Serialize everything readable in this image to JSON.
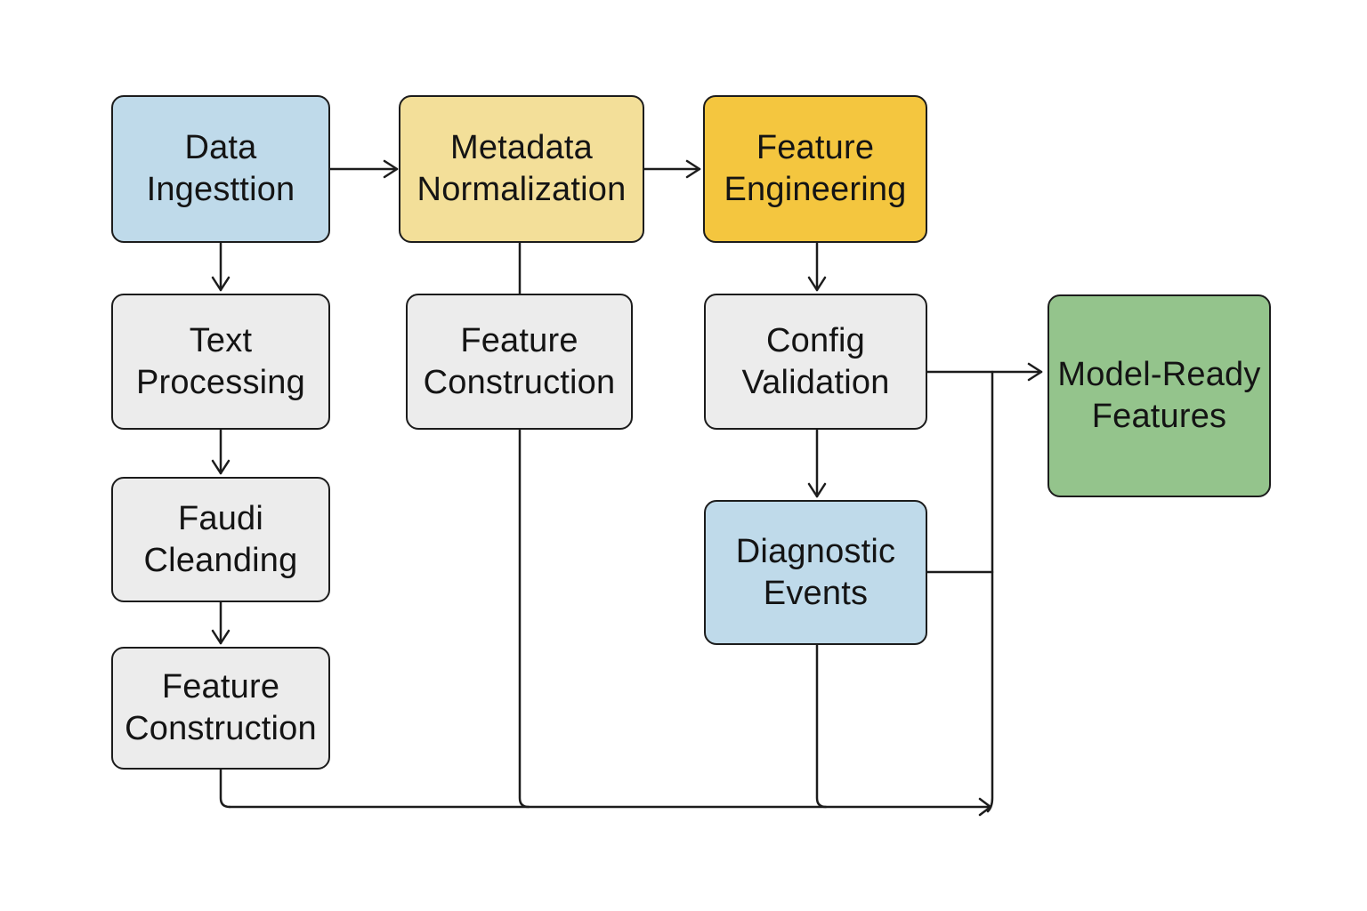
{
  "colors": {
    "blue": "#bfdaea",
    "light_yellow": "#f3df99",
    "yellow": "#f4c63f",
    "gray": "#ececec",
    "green": "#94c48c",
    "stroke": "#1c1c1c"
  },
  "nodes": {
    "data_ingestion": {
      "label": "Data\nIngesttion",
      "color": "#bfdaea"
    },
    "metadata_normalization": {
      "label": "Metadata\nNormalization",
      "color": "#f3df99"
    },
    "feature_engineering": {
      "label": "Feature\nEngineering",
      "color": "#f4c63f"
    },
    "text_processing": {
      "label": "Text\nProcessing",
      "color": "#ececec"
    },
    "feature_construction_mid": {
      "label": "Feature\nConstruction",
      "color": "#ececec"
    },
    "config_validation": {
      "label": "Config\nValidation",
      "color": "#ececec"
    },
    "model_ready_features": {
      "label": "Model-Ready\nFeatures",
      "color": "#94c48c"
    },
    "faudi_cleanding": {
      "label": "Faudi\nCleanding",
      "color": "#ececec"
    },
    "diagnostic_events": {
      "label": "Diagnostic\nEvents",
      "color": "#bfdaea"
    },
    "feature_construction_left": {
      "label": "Feature\nConstruction",
      "color": "#ececec"
    }
  }
}
